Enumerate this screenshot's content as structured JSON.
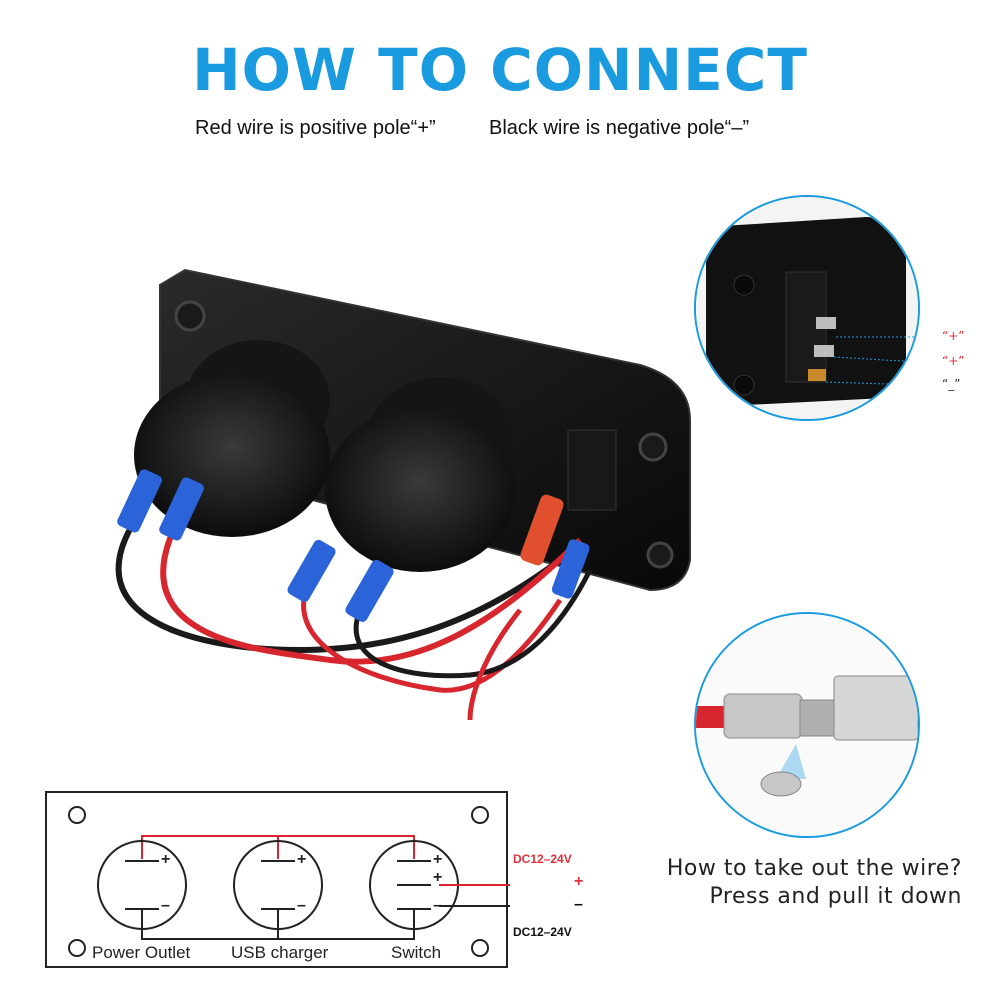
{
  "header": {
    "title": "HOW TO CONNECT",
    "subtitle_red": "Red wire is positive pole“+”",
    "subtitle_black": "Black wire is negative pole“–”"
  },
  "zoom_switch": {
    "pin1": "“+”",
    "pin2": "“+”",
    "pin3": "“_”"
  },
  "note": {
    "line1": "How to take out the wire?",
    "line2": "Press and pull it down"
  },
  "diagram": {
    "outlet_label": "Power Outlet",
    "usb_label": "USB charger",
    "switch_label": "Switch",
    "plus": "+",
    "minus": "–",
    "dc_positive": "DC12–24V",
    "dc_negative": "DC12–24V",
    "sign_positive": "+",
    "sign_negative": "–"
  },
  "colors": {
    "accent": "#1a9be0",
    "positive": "#e0303a",
    "negative": "#111111"
  }
}
